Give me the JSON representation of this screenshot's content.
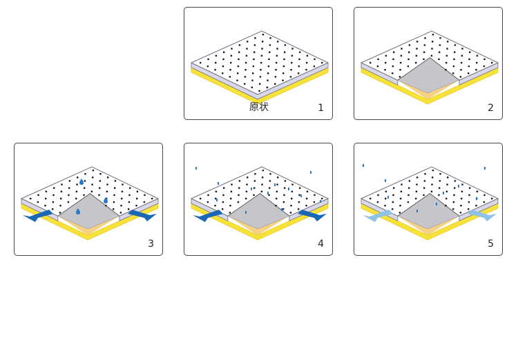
{
  "panels": [
    {
      "number": "1",
      "caption": "原状"
    },
    {
      "number": "2",
      "caption": ""
    },
    {
      "number": "3",
      "caption": ""
    },
    {
      "number": "4",
      "caption": ""
    },
    {
      "number": "5",
      "caption": ""
    }
  ],
  "colors": {
    "yellow": "#f7e23a",
    "yellow_edge": "#e3c21a",
    "sheet_edge": "#6e6e80",
    "sheet_face": "#ffffff",
    "fold_gray": "#c5c5ca",
    "base_orange": "#f7d183",
    "dot": "#1a1a1a",
    "water_blue": "#1f6fbd",
    "arrow_dark": "#1868b5",
    "arrow_light": "#8ec3e6",
    "drop_blue": "#2b78c4"
  },
  "icons": {
    "drop": "water-drop-icon",
    "arrow_left": "arrow-left-icon",
    "arrow_right": "arrow-right-icon"
  }
}
